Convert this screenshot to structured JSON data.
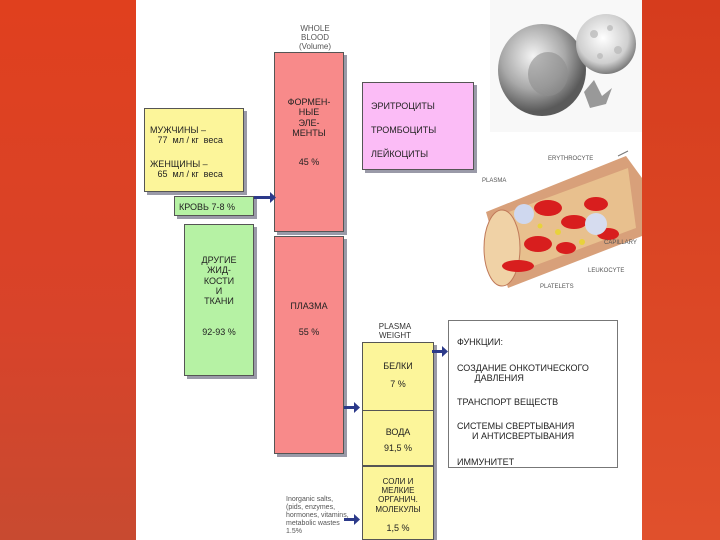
{
  "header": {
    "whole_blood": "WHOLE\nBLOOD\n(Volume)"
  },
  "volume_box": {
    "men": "МУЖЧИНЫ –\n   77  мл / кг  веса",
    "women": "ЖЕНЩИНЫ –\n   65  мл / кг  веса"
  },
  "blood_label": "КРОВЬ 7-8 %",
  "other_tissues": {
    "label": "ДРУГИЕ\nЖИД-\nКОСТИ\nИ\nТКАНИ",
    "percent": "92-93 %"
  },
  "formed_elements": {
    "label": "ФОРМЕН-\nНЫЕ\nЭЛЕ-\nМЕНТЫ",
    "percent": "45 %"
  },
  "cells_box": {
    "items": [
      "ЭРИТРОЦИТЫ",
      "ТРОМБОЦИТЫ",
      "ЛЕЙКОЦИТЫ"
    ]
  },
  "plasma": {
    "label": "ПЛАЗМА",
    "percent": "55 %"
  },
  "plasma_weight": "PLASMA\nWEIGHT",
  "proteins": {
    "label": "БЕЛКИ",
    "percent": "7 %"
  },
  "water": {
    "label": "ВОДА",
    "percent": "91,5 %"
  },
  "salts": {
    "label": "СОЛИ И\nМЕЛКИЕ\nОРГАНИЧ.\nМОЛЕКУЛЫ",
    "percent": "1,5 %"
  },
  "inorganic_note": "Inorganic salts,\n(pids, enzymes,\nhormones, vitamins,\nmetabolic wastes\n1.5%",
  "functions": {
    "title": "ФУНКЦИИ:",
    "items": [
      "СОЗДАНИЕ ОНКОТИЧЕСКОГО\n       ДАВЛЕНИЯ",
      "ТРАНСПОРТ ВЕЩЕСТВ",
      "СИСТЕМЫ СВЕРТЫВАНИЯ\n      И АНТИСВЕРТЫВАНИЯ",
      "ИММУНИТЕТ"
    ]
  },
  "vessel_labels": {
    "erythrocyte": "ERYTHROCYTE",
    "plasma": "PLASMA",
    "capillary": "CAPILLARY",
    "leukocyte": "LEUKOCYTE",
    "platelets": "PLATELETS"
  },
  "colors": {
    "yellow": "#fcf59a",
    "green": "#b6f2a4",
    "red": "#f88a8a",
    "pink": "#fbbcf6",
    "arrow": "#2c3a8a"
  }
}
